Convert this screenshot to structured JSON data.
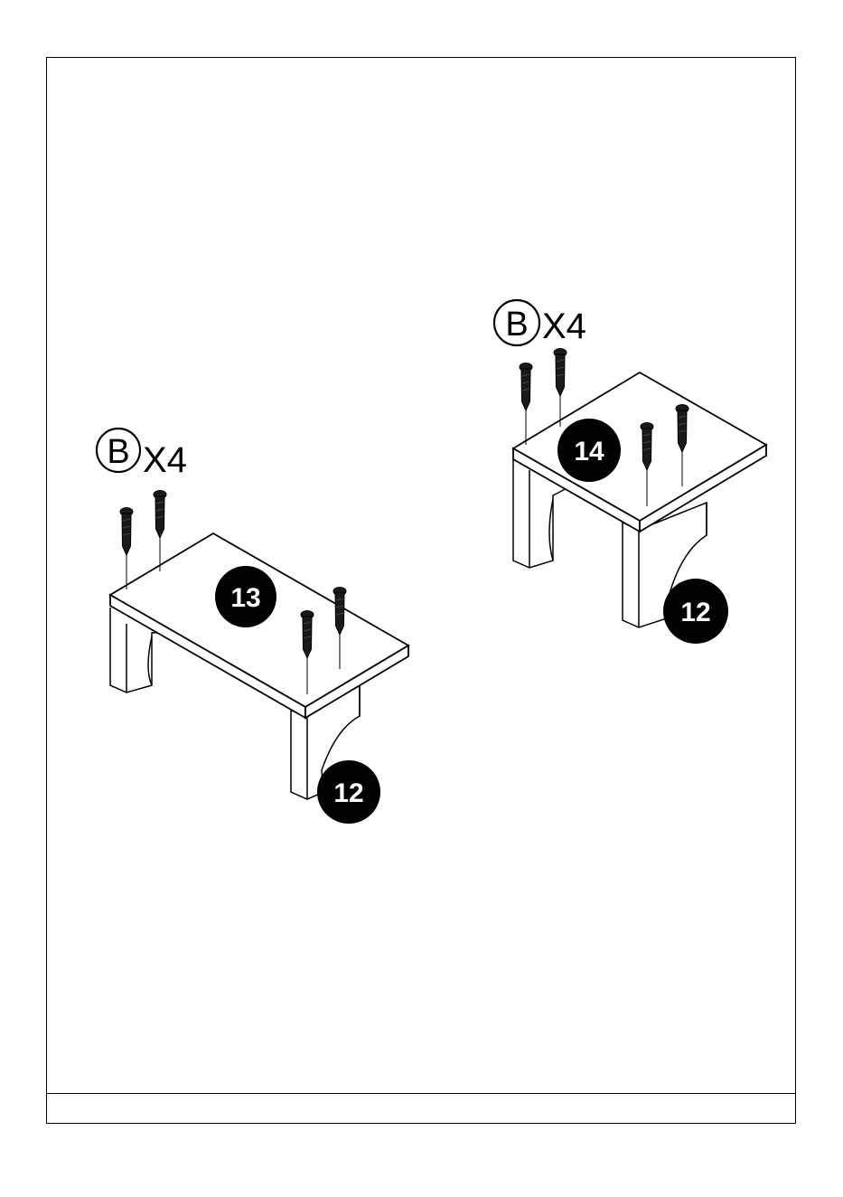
{
  "left_assembly": {
    "hardware_letter": "B",
    "hardware_qty": "X4",
    "top_part": "13",
    "leg_part": "12"
  },
  "right_assembly": {
    "hardware_letter": "B",
    "hardware_qty": "X4",
    "top_part": "14",
    "leg_part": "12"
  },
  "icons": [
    "screw-icon",
    "part-number-badge",
    "hardware-circle-icon"
  ],
  "colors": {
    "ink": "#000000",
    "paper": "#ffffff",
    "screw": "#1a1a1a"
  }
}
